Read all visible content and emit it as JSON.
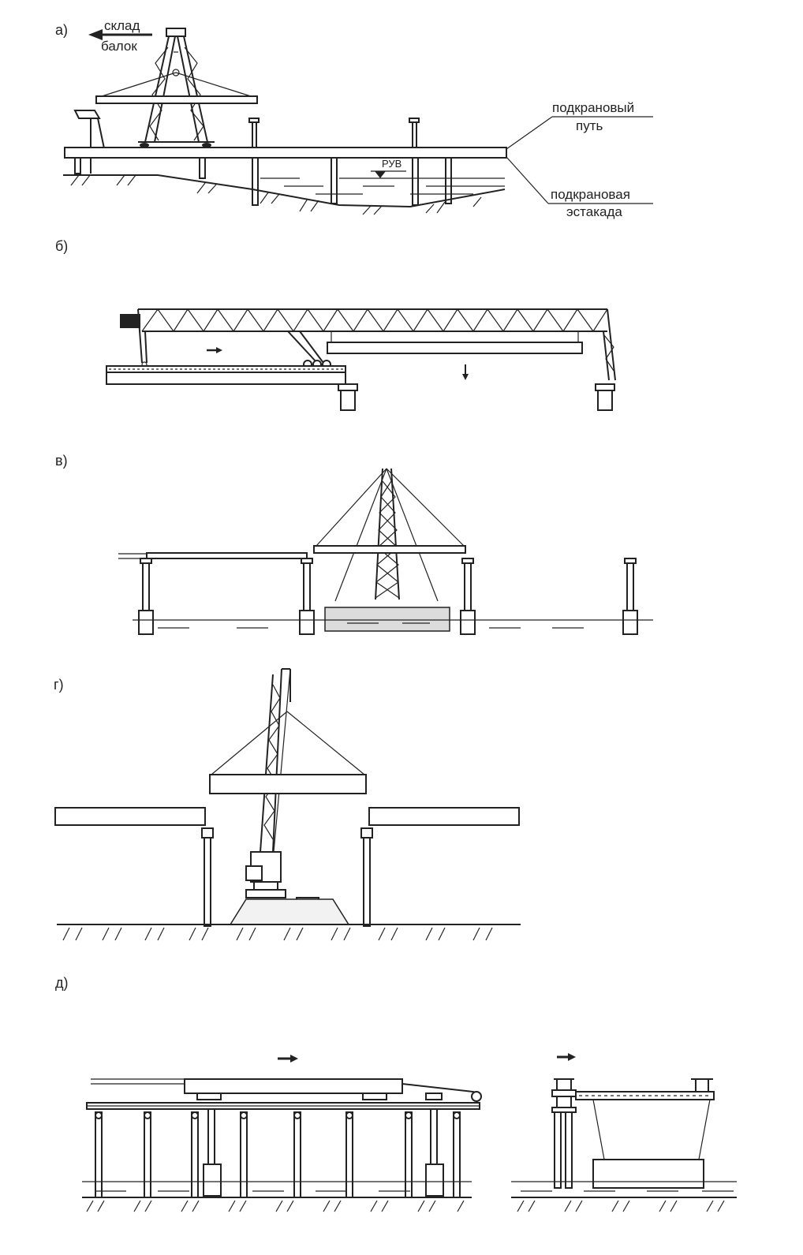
{
  "panels": [
    {
      "label": "а)"
    },
    {
      "label": "б)"
    },
    {
      "label": "в)"
    },
    {
      "label": "г)"
    },
    {
      "label": "д)"
    }
  ],
  "annotations": {
    "warehouse_line1": "склад",
    "warehouse_line2": "балок",
    "crane_track_line1": "подкрановый",
    "crane_track_line2": "путь",
    "overpass_line1": "подкрановая",
    "overpass_line2": "эстакада",
    "water_level": "РУВ"
  }
}
